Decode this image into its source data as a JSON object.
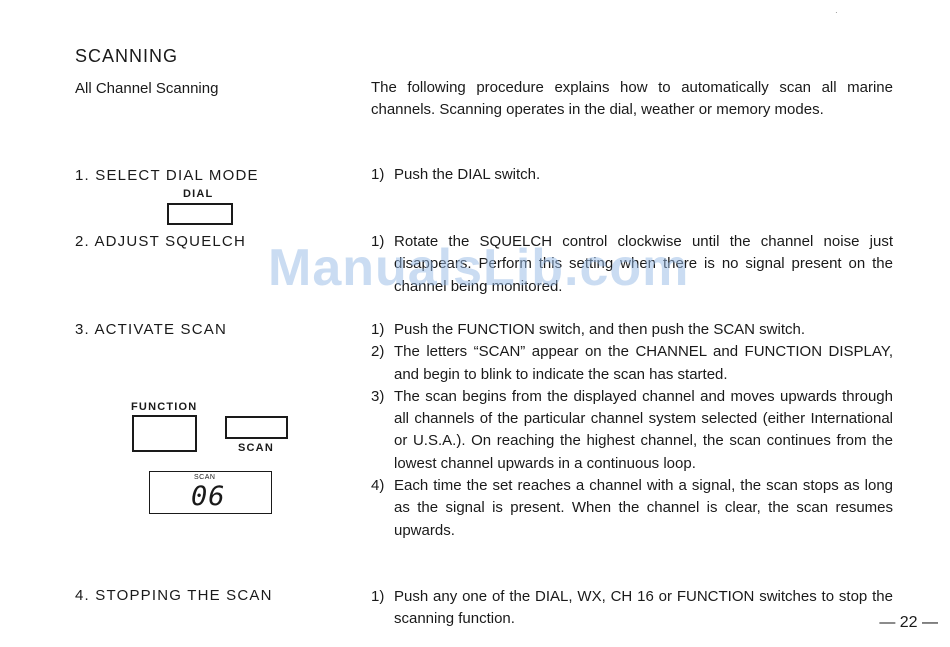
{
  "section_title": "SCANNING",
  "subtitle": "All Channel Scanning",
  "intro": "The following procedure explains how to automatically scan all marine channels. Scanning operates in the dial, weather or memory modes.",
  "steps": [
    {
      "label": "1. SELECT DIAL MODE",
      "items": [
        {
          "num": "1)",
          "text": "Push the DIAL switch."
        }
      ]
    },
    {
      "label": "2. ADJUST SQUELCH",
      "items": [
        {
          "num": "1)",
          "text": "Rotate the SQUELCH control clockwise until the channel noise just disappears. Perform this setting when there is no signal present on the channel being monitored."
        }
      ]
    },
    {
      "label": "3. ACTIVATE SCAN",
      "items": [
        {
          "num": "1)",
          "text": "Push the FUNCTION switch, and then push the SCAN switch."
        },
        {
          "num": "2)",
          "text": "The letters “SCAN” appear on the CHANNEL and FUNCTION DISPLAY, and begin to blink to indicate the scan has started."
        },
        {
          "num": "3)",
          "text": "The scan begins from the displayed channel and moves upwards through all channels of the particular channel system selected (either International or U.S.A.). On reaching the highest channel, the scan continues from the lowest channel upwards in a continuous loop."
        },
        {
          "num": "4)",
          "text": "Each time the set reaches a channel with a signal, the scan stops as long as the signal is present. When the channel is clear, the scan resumes upwards."
        }
      ]
    },
    {
      "label": "4. STOPPING THE SCAN",
      "items": [
        {
          "num": "1)",
          "text": "Push any one of the DIAL, WX, CH 16 or FUNCTION switches to stop the scanning function."
        }
      ]
    }
  ],
  "diagrams": {
    "dial_caption": "DIAL",
    "function_caption": "FUNCTION",
    "scan_caption": "SCAN",
    "lcd_indicator": "SCAN",
    "lcd_channel": "06"
  },
  "watermark": "ManualsLib.com",
  "page_number": "— 22 —"
}
